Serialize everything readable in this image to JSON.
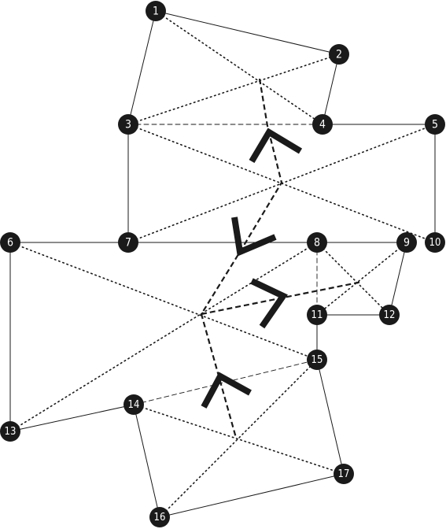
{
  "diagram": {
    "nodes": [
      {
        "id": "1",
        "label": "1"
      },
      {
        "id": "2",
        "label": "2"
      },
      {
        "id": "3",
        "label": "3"
      },
      {
        "id": "4",
        "label": "4"
      },
      {
        "id": "5",
        "label": "5"
      },
      {
        "id": "6",
        "label": "6"
      },
      {
        "id": "7",
        "label": "7"
      },
      {
        "id": "8",
        "label": "8"
      },
      {
        "id": "9",
        "label": "9"
      },
      {
        "id": "10",
        "label": "10"
      },
      {
        "id": "11",
        "label": "11"
      },
      {
        "id": "12",
        "label": "12"
      },
      {
        "id": "13",
        "label": "13"
      },
      {
        "id": "14",
        "label": "14"
      },
      {
        "id": "15",
        "label": "15"
      },
      {
        "id": "16",
        "label": "16"
      },
      {
        "id": "17",
        "label": "17"
      }
    ],
    "solid_edges": [
      [
        "1",
        "2"
      ],
      [
        "1",
        "3"
      ],
      [
        "2",
        "4"
      ],
      [
        "4",
        "5"
      ],
      [
        "5",
        "10"
      ],
      [
        "3",
        "7"
      ],
      [
        "6",
        "7"
      ],
      [
        "7",
        "8"
      ],
      [
        "8",
        "9"
      ],
      [
        "6",
        "13"
      ],
      [
        "9",
        "12"
      ],
      [
        "11",
        "12"
      ],
      [
        "11",
        "15"
      ],
      [
        "13",
        "14"
      ],
      [
        "14",
        "16"
      ],
      [
        "16",
        "17"
      ],
      [
        "15",
        "17"
      ]
    ],
    "dashed_edges": [
      [
        "3",
        "4"
      ],
      [
        "8",
        "11"
      ],
      [
        "14",
        "15"
      ]
    ],
    "dotted_edges": [
      [
        "1",
        "4"
      ],
      [
        "3",
        "2"
      ],
      [
        "3",
        "10"
      ],
      [
        "7",
        "5"
      ],
      [
        "6",
        "15"
      ],
      [
        "13",
        "8"
      ],
      [
        "8",
        "12"
      ],
      [
        "9",
        "11"
      ],
      [
        "14",
        "17"
      ],
      [
        "16",
        "15"
      ]
    ],
    "colors": {
      "node_fill": "#1a1a1a",
      "node_text": "#ffffff",
      "edge": "#1a1a1a",
      "background": "#ffffff"
    }
  }
}
